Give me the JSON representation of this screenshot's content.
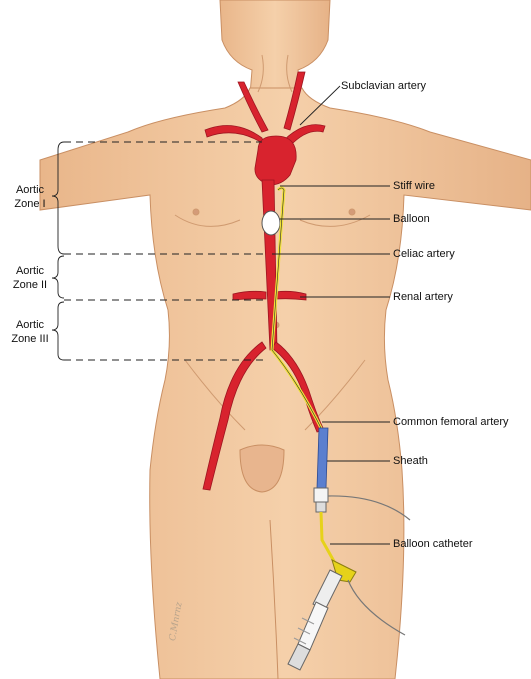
{
  "labels": {
    "subclavian": "Subclavian artery",
    "stiff_wire": "Stiff wire",
    "balloon": "Balloon",
    "celiac": "Celiac artery",
    "renal": "Renal artery",
    "common_femoral": "Common femoral artery",
    "sheath": "Sheath",
    "balloon_catheter": "Balloon catheter"
  },
  "zones": {
    "zone1": {
      "line1": "Aortic",
      "line2": "Zone I"
    },
    "zone2": {
      "line1": "Aortic",
      "line2": "Zone II"
    },
    "zone3": {
      "line1": "Aortic",
      "line2": "Zone III"
    }
  },
  "signature": "C.Mnrnz",
  "colors": {
    "skin": "#f2c9a0",
    "skin_shadow": "#dba57b",
    "artery": "#d8232e",
    "wire": "#f2e23a",
    "sheath": "#5b7fcf",
    "catheter": "#e6d21a",
    "line": "#222222"
  }
}
